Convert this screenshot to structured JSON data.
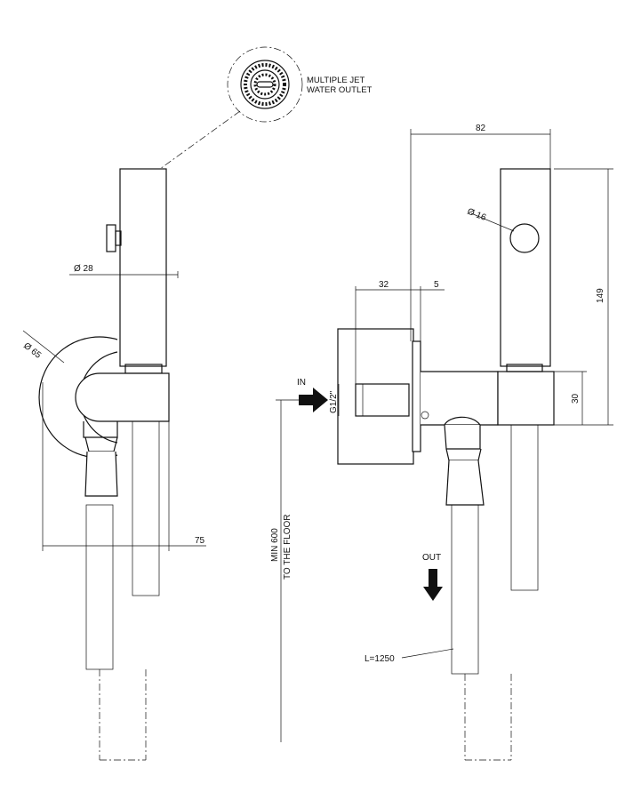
{
  "labels": {
    "outlet_note_line1": "MULTIPLE JET",
    "outlet_note_line2": "WATER OUTLET",
    "dim_82": "82",
    "dim_16": "Ø 16",
    "dim_149": "149",
    "dim_32": "32",
    "dim_5": "5",
    "dim_30": "30",
    "dim_28": "Ø 28",
    "dim_65": "Ø 65",
    "dim_75": "75",
    "thread": "G1/2\"",
    "in": "IN",
    "out": "OUT",
    "hose_length": "L=1250",
    "min_height_line1": "MIN 600",
    "min_height_line2": "TO THE FLOOR"
  },
  "colors": {
    "line": "#111111",
    "background": "#ffffff"
  }
}
